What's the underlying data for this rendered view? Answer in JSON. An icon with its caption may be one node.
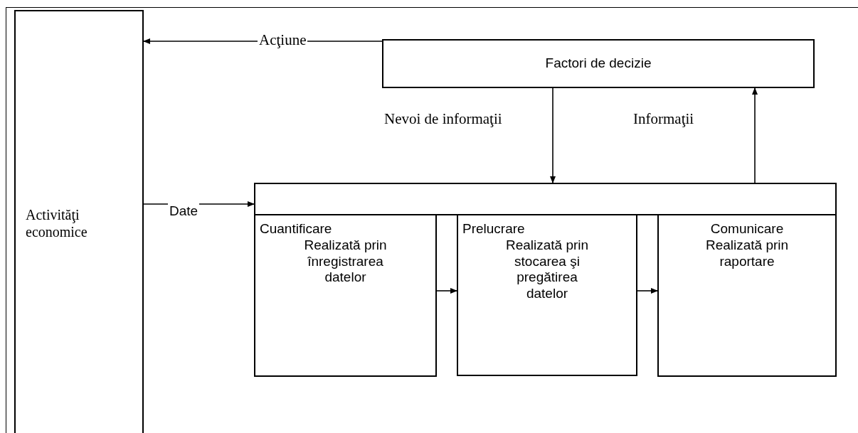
{
  "diagram": {
    "nodes": [
      {
        "text": [
          "Activităţi economice"
        ]
      },
      {
        "text": [
          "Factori de decizie"
        ]
      },
      {
        "text": [],
        "shape": "box"
      },
      {
        "text": [
          "Cuantificare",
          "Realizată prin înregistrarea datelor"
        ]
      },
      {
        "text": [
          "Prelucrare",
          "Realizată prin stocarea şi pregătirea datelor"
        ]
      },
      {
        "text": [
          "Comunicare",
          "Realizată prin raportare"
        ]
      }
    ],
    "edges": [
      {
        "from": 1,
        "to": 0,
        "arrow": "to",
        "label": "Acţiune"
      },
      {
        "from": 1,
        "to": 2,
        "arrow": "to",
        "label": "Nevoi de informaţii"
      },
      {
        "from": 2,
        "to": 1,
        "arrow": "to",
        "label": "Informaţii"
      },
      {
        "from": 0,
        "to": 3,
        "arrow": "to",
        "label": "Date"
      },
      {
        "from": 3,
        "to": 4,
        "arrow": "to"
      },
      {
        "from": 4,
        "to": 5,
        "arrow": "to"
      }
    ]
  }
}
